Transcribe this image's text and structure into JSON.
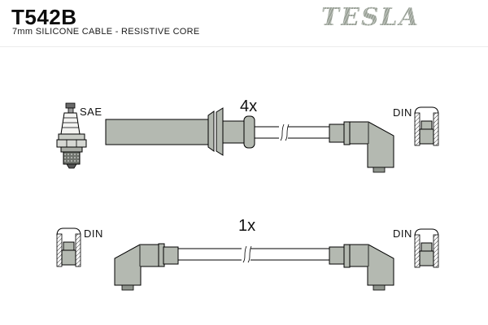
{
  "header": {
    "part_number": "T542B",
    "subtitle": "7mm SILICONE CABLE - RESISTIVE CORE",
    "brand": "TESLA"
  },
  "diagram": {
    "rows": [
      {
        "quantity": "4x",
        "left_label": "SAE",
        "right_label": "DIN"
      },
      {
        "quantity": "1x",
        "left_label": "DIN",
        "right_label": "DIN"
      }
    ]
  },
  "colors": {
    "boot_fill": "#b4b9b1",
    "nipple_fill": "#8f948d",
    "brand_gray": "#a2a89f",
    "outline": "#000000"
  }
}
